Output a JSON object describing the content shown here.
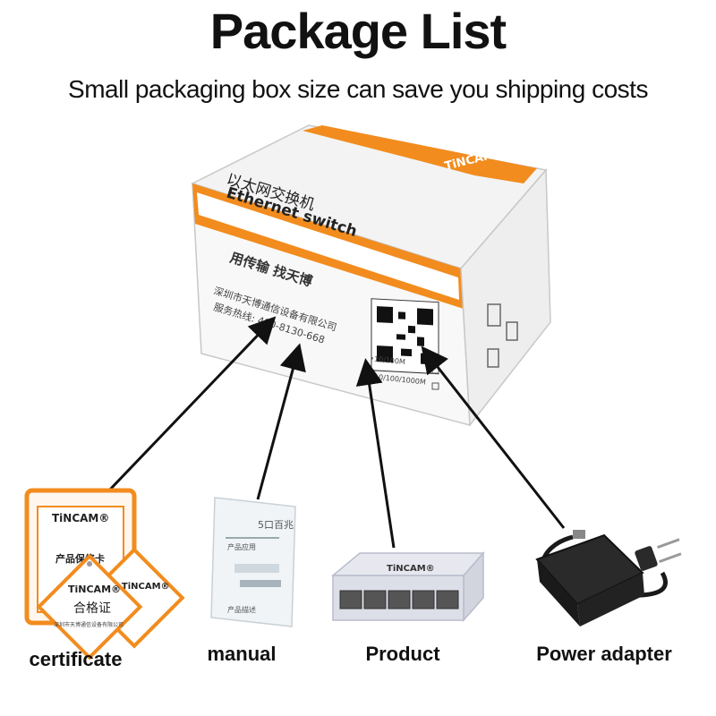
{
  "header": {
    "title": "Package List",
    "subtitle": "Small packaging box size can save you shipping costs"
  },
  "box": {
    "brand": "TiNCAM®",
    "product_cn": "以太网交换机",
    "product_en": "Ethernet switch",
    "slogan": "用传输 找天博",
    "company": "深圳市天博通信设备有限公司",
    "hotline": "服务热线: 400-8130-668",
    "option_1": "•10/100M",
    "option_2": "•10/100/1000M"
  },
  "items": {
    "certificate": {
      "label": "certificate",
      "card_brand": "TiNCAM®",
      "card_title": "产品保修卡",
      "tag_brand": "TiNCAM®",
      "tag_title": "合格证",
      "tag_company": "深圳市天博通信设备有限公司"
    },
    "manual": {
      "label": "manual",
      "heading": "5口百兆",
      "line_1": "产品应用",
      "line_2": "产品描述"
    },
    "product": {
      "label": "Product",
      "brand": "TiNCAM®"
    },
    "power_adapter": {
      "label": "Power adapter"
    }
  },
  "colors": {
    "accent_orange": "#f28c1e",
    "text": "#111111",
    "box_white": "#f7f7f7"
  }
}
